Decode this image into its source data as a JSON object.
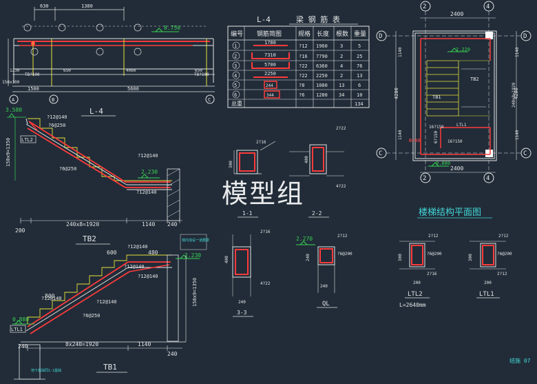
{
  "title_l4": "L-4",
  "title_tb2": "TB2",
  "title_tb1": "TB1",
  "title_plan": "楼梯结构平面图",
  "watermark": "模型组",
  "page_label": "结施 07",
  "table": {
    "caption_id": "L-4",
    "caption": "梁 钢 筋 表",
    "headers": [
      "编号",
      "钢筋简图",
      "规格",
      "长度",
      "根数",
      "重量"
    ],
    "rows": [
      {
        "no": "1",
        "sketch": "1780",
        "spec": "?12",
        "len": "1960",
        "count": "3",
        "weight": "5"
      },
      {
        "no": "2",
        "sketch": "7310",
        "spec": "?16",
        "len": "7790",
        "count": "2",
        "weight": "25"
      },
      {
        "no": "3",
        "sketch": "5700",
        "spec": "?22",
        "len": "6360",
        "count": "4",
        "weight": "76"
      },
      {
        "no": "4",
        "sketch": "2250",
        "spec": "?22",
        "len": "2250",
        "count": "2",
        "weight": "13"
      },
      {
        "no": "5",
        "sketch": "244",
        "spec": "?8",
        "len": "1080",
        "count": "13",
        "weight": "6"
      },
      {
        "no": "6",
        "sketch": "344",
        "spec": "?6",
        "len": "1280",
        "count": "34",
        "weight": "10"
      }
    ],
    "total_label": "总重",
    "total": "134"
  },
  "l4": {
    "dims_top": [
      "630",
      "1380"
    ],
    "elev": "8.750",
    "dims_bottom": [
      "1230",
      "1500",
      "650",
      "4060",
      "650",
      "5600"
    ],
    "axes": [
      "A",
      "B",
      "C"
    ],
    "labels": [
      "150x100",
      "TB?100",
      "TB?100"
    ]
  },
  "tb2": {
    "elev_top": "3.580",
    "elev_mid": "2.230",
    "rebar": [
      "?12@140",
      "?6@250",
      "?12@140",
      "?6@250",
      "?12@140"
    ],
    "ltl": "LTL2",
    "vert_dim": "150x9=1350",
    "dims": [
      "200",
      "240x8=1920",
      "1140",
      "240"
    ]
  },
  "tb1": {
    "elev_a": "2.230",
    "elev_b": "0.880",
    "rebar": [
      "?12@140",
      "?12@140",
      "?12@140",
      "?6@250",
      "?12@140",
      "?12@140"
    ],
    "dims_top": [
      "600",
      "480",
      "800"
    ],
    "ltl": "LTL1",
    "vert_dim": "150x9=1350",
    "dims": [
      "240",
      "8x240=1920",
      "1140",
      "240"
    ],
    "note_a": "墙内加设一道圈梁",
    "note_b": "地下基础同1-1基础"
  },
  "sections": {
    "s11": {
      "label": "1-1",
      "spec_top": "2?16",
      "dim": "300"
    },
    "s22": {
      "label": "2-2",
      "spec_top": "2?22",
      "spec_bot": "4?22",
      "dim": "400"
    },
    "s33": {
      "label": "3-3",
      "spec_top": "2?16",
      "spec_bot": "4?22",
      "dim": "400",
      "width": "240"
    },
    "ql": {
      "label": "QL",
      "top": "2?12",
      "mid": "?6@200",
      "elev": "2.270",
      "h": "240",
      "w": "240"
    },
    "ltl2": {
      "label": "LTL2",
      "top": "2?12",
      "mid": "?6@200",
      "bot": "2?16",
      "h": "300",
      "w": "200",
      "len": "L=2640mm"
    },
    "ltl1": {
      "label": "LTL1",
      "top": "2?12",
      "mid": "?6@200",
      "bot": "2?12",
      "h": "300",
      "w": "200"
    }
  },
  "plan": {
    "axes_top": [
      "2",
      "4"
    ],
    "axes_side": [
      "D",
      "C"
    ],
    "dim_top": "2400",
    "dim_bottom": "2400",
    "dims_left": [
      "1140",
      "4200",
      "1140"
    ],
    "dims_right": [
      "1140",
      "4200",
      "1140"
    ],
    "inner_right": "240x8=1920",
    "elev_top": "2.220",
    "elev_bottom": "0.880",
    "tb1": "TB1",
    "tb2": "TB2",
    "ltl1": "LTL1",
    "b80": "B=80",
    "r1": "16?150",
    "r2": "16?150",
    "r3": "6?150"
  },
  "colors": {
    "bg": "#212c38",
    "red": "#ff3b3b",
    "green": "#39d353",
    "yellow": "#e8e23a",
    "cyan": "#42d8d8",
    "white": "#e6e6e6"
  }
}
